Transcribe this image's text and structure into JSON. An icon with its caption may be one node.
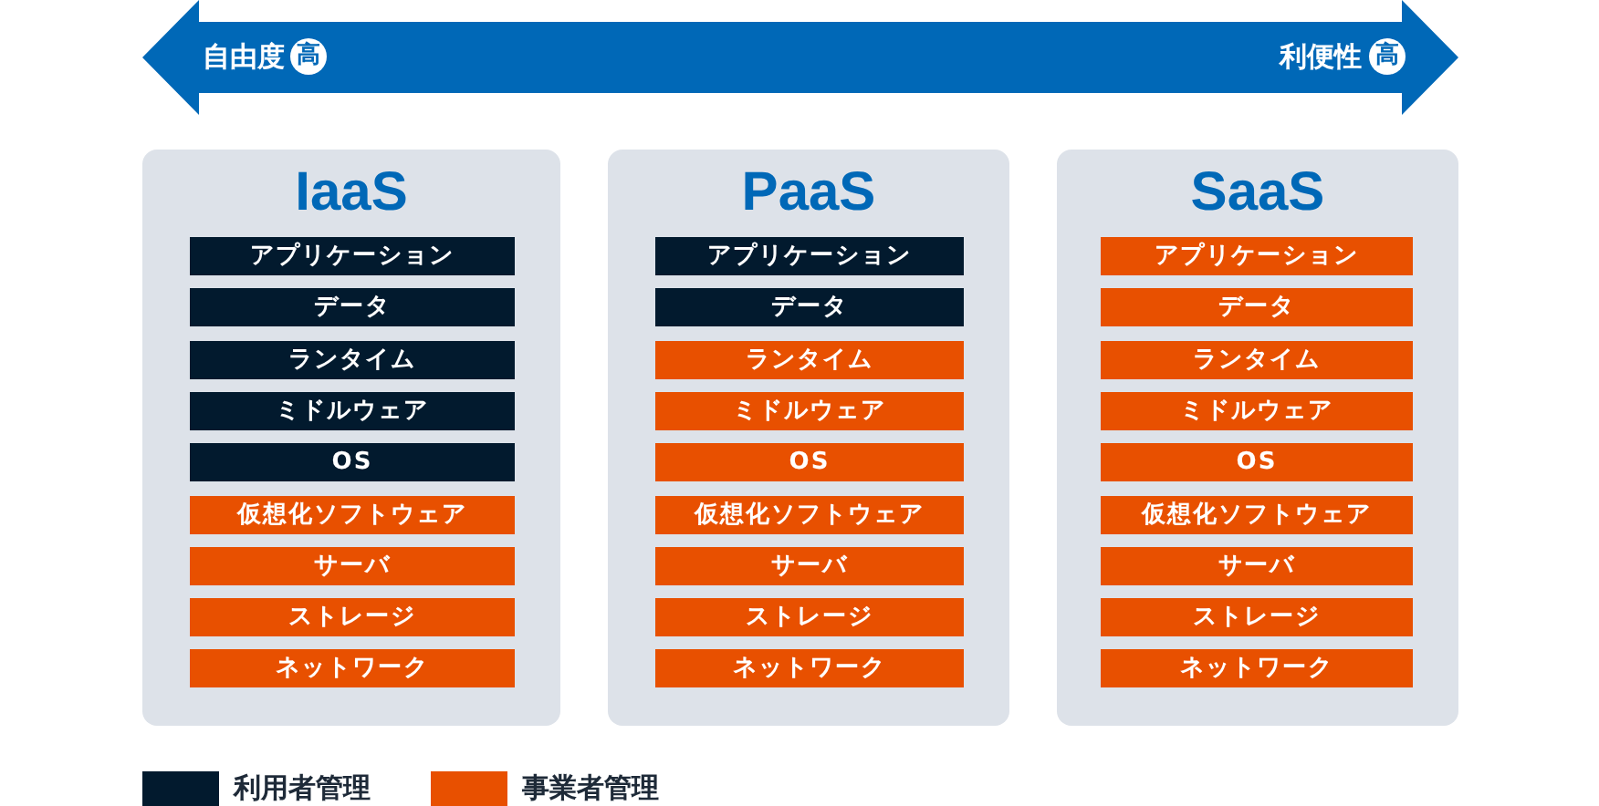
{
  "diagram": {
    "nodes": [
      {
        "text": [
          "自由度",
          "利便性"
        ]
      },
      {
        "text": [
          "高"
        ],
        "in": 0
      },
      {
        "text": [
          "高"
        ],
        "in": 0
      },
      {
        "text": [
          "IaaS"
        ]
      },
      {
        "text": [
          "アプリケーション"
        ],
        "in": 3
      },
      {
        "text": [
          "データ"
        ],
        "in": 3
      },
      {
        "text": [
          "ランタイム"
        ],
        "in": 3
      },
      {
        "text": [
          "ミドルウェア"
        ],
        "in": 3
      },
      {
        "text": [
          "OS"
        ],
        "in": 3
      },
      {
        "text": [
          "仮想化ソフトウェア"
        ],
        "in": 3
      },
      {
        "text": [
          "サーバ"
        ],
        "in": 3
      },
      {
        "text": [
          "ストレージ"
        ],
        "in": 3
      },
      {
        "text": [
          "ネットワーク"
        ],
        "in": 3
      },
      {
        "text": [
          "PaaS"
        ]
      },
      {
        "text": [
          "アプリケーション"
        ],
        "in": 13
      },
      {
        "text": [
          "データ"
        ],
        "in": 13
      },
      {
        "text": [
          "ランタイム"
        ],
        "in": 13
      },
      {
        "text": [
          "ミドルウェア"
        ],
        "in": 13
      },
      {
        "text": [
          "OS"
        ],
        "in": 13
      },
      {
        "text": [
          "仮想化ソフトウェア"
        ],
        "in": 13
      },
      {
        "text": [
          "サーバ"
        ],
        "in": 13
      },
      {
        "text": [
          "ストレージ"
        ],
        "in": 13
      },
      {
        "text": [
          "ネットワーク"
        ],
        "in": 13
      },
      {
        "text": [
          "SaaS"
        ]
      },
      {
        "text": [
          "アプリケーション"
        ],
        "in": 23
      },
      {
        "text": [
          "データ"
        ],
        "in": 23
      },
      {
        "text": [
          "ランタイム"
        ],
        "in": 23
      },
      {
        "text": [
          "ミドルウェア"
        ],
        "in": 23
      },
      {
        "text": [
          "OS"
        ],
        "in": 23
      },
      {
        "text": [
          "仮想化ソフトウェア"
        ],
        "in": 23
      },
      {
        "text": [
          "サーバ"
        ],
        "in": 23
      },
      {
        "text": [
          "ストレージ"
        ],
        "in": 23
      },
      {
        "text": [
          "ネットワーク"
        ],
        "in": 23
      }
    ],
    "legend": [
      {
        "text": "利用者管理",
        "color": "#021a2e"
      },
      {
        "text": "事業者管理",
        "color": "#e85000"
      }
    ]
  }
}
